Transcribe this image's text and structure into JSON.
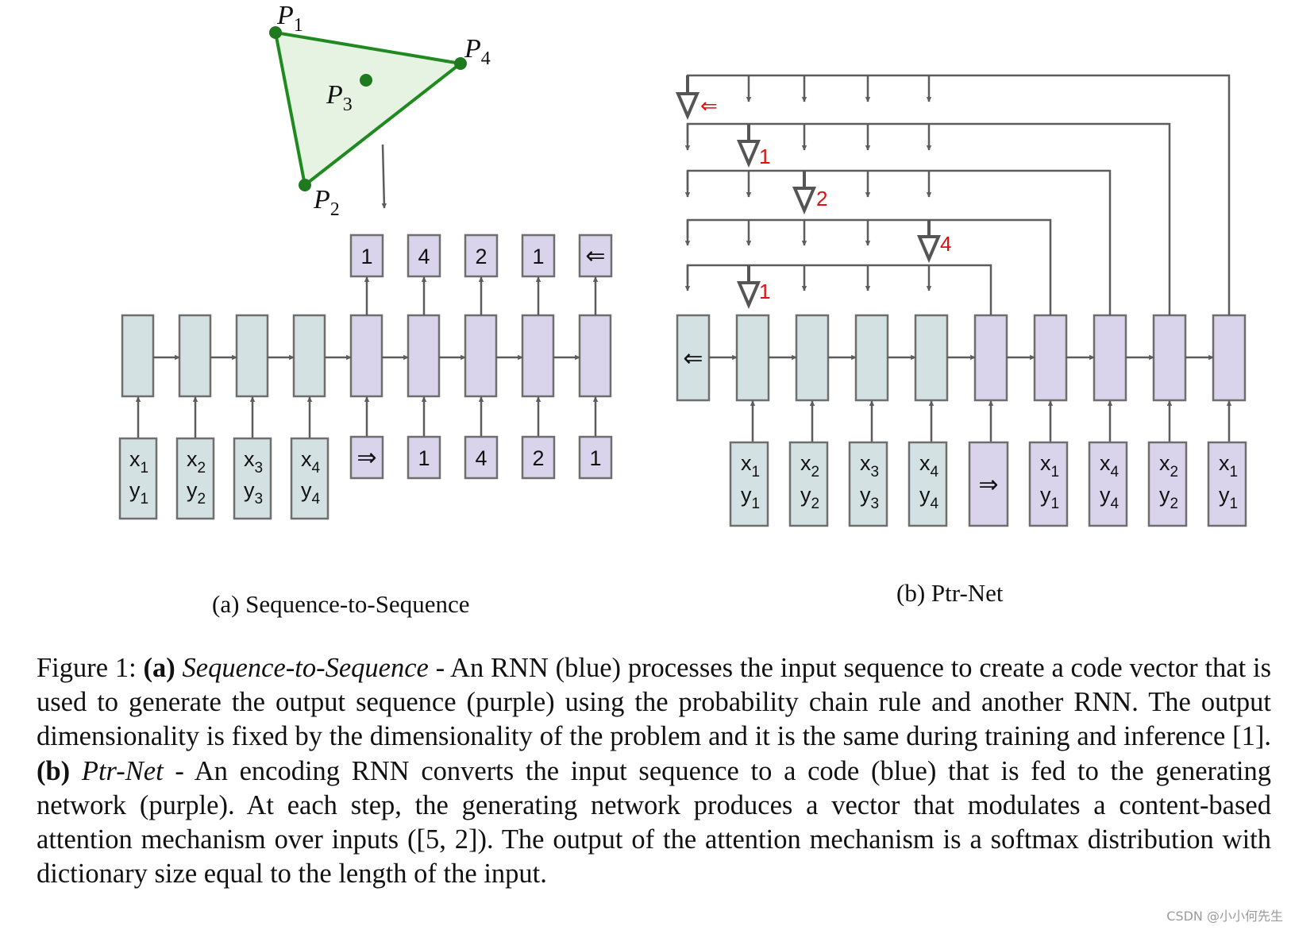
{
  "seq2seq": {
    "points": [
      {
        "label": "P",
        "sub": "1"
      },
      {
        "label": "P",
        "sub": "4"
      },
      {
        "label": "P",
        "sub": "3"
      },
      {
        "label": "P",
        "sub": "2"
      }
    ],
    "encoder_inputs": [
      {
        "x": "x",
        "xs": "1",
        "y": "y",
        "ys": "1"
      },
      {
        "x": "x",
        "xs": "2",
        "y": "y",
        "ys": "2"
      },
      {
        "x": "x",
        "xs": "3",
        "y": "y",
        "ys": "3"
      },
      {
        "x": "x",
        "xs": "4",
        "y": "y",
        "ys": "4"
      }
    ],
    "decoder_inputs": [
      "⇒",
      "1",
      "4",
      "2",
      "1"
    ],
    "decoder_outputs": [
      "1",
      "4",
      "2",
      "1",
      "⇐"
    ],
    "subcaption": "(a) Sequence-to-Sequence"
  },
  "ptrnet": {
    "first_encoder_symbol": "⇐",
    "encoder_inputs": [
      {
        "x": "x",
        "xs": "1",
        "y": "y",
        "ys": "1"
      },
      {
        "x": "x",
        "xs": "2",
        "y": "y",
        "ys": "2"
      },
      {
        "x": "x",
        "xs": "3",
        "y": "y",
        "ys": "3"
      },
      {
        "x": "x",
        "xs": "4",
        "y": "y",
        "ys": "4"
      }
    ],
    "decoder_start": "⇒",
    "decoder_inputs": [
      {
        "x": "x",
        "xs": "1",
        "y": "y",
        "ys": "1"
      },
      {
        "x": "x",
        "xs": "4",
        "y": "y",
        "ys": "4"
      },
      {
        "x": "x",
        "xs": "2",
        "y": "y",
        "ys": "2"
      },
      {
        "x": "x",
        "xs": "1",
        "y": "y",
        "ys": "1"
      }
    ],
    "pointer_labels": [
      "⇐",
      "1",
      "2",
      "4",
      "1"
    ],
    "subcaption": "(b) Ptr-Net"
  },
  "caption": {
    "fig_label": "Figure 1:",
    "a_label": "(a)",
    "a_title": "Sequence-to-Sequence",
    "a_text": "- An RNN (blue) processes the input sequence to create a code vector that is used to generate the output sequence (purple) using the probability chain rule and another RNN. The output dimensionality is fixed by the dimensionality of the problem and it is the same during training and inference [1].",
    "b_label": "(b)",
    "b_title": "Ptr-Net",
    "b_text": "- An encoding RNN converts the input sequence to a code (blue) that is fed to the generating network (purple). At each step, the generating network produces a vector that modulates a content-based attention mechanism over inputs ([5, 2]).  The output of the attention mechanism is a softmax distribution with dictionary size equal to the length of the input."
  },
  "watermark": "CSDN @小小何先生",
  "colors": {
    "blue_fill": "#d3e1e2",
    "purple_fill": "#d9d4ec",
    "box_stroke": "#6e6e6e",
    "arrow": "#5c5c5c",
    "triangle_stroke": "#1f8a1f",
    "triangle_fill": "#e6f3e3",
    "pointer_label": "#e01010"
  }
}
